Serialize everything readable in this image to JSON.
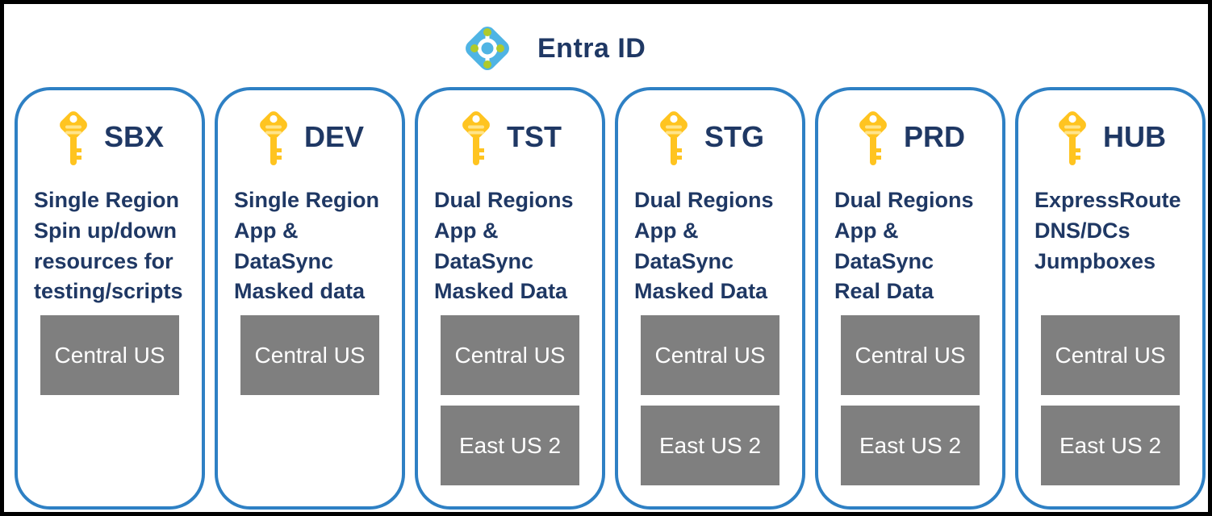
{
  "header": {
    "title": "Entra ID",
    "icon": "entra-id-icon"
  },
  "colors": {
    "outer_border": "#000000",
    "column_border": "#2E80C4",
    "text_navy": "#1F3864",
    "region_box_bg": "#7F7F7F",
    "region_box_text": "#FFFFFF",
    "key_gold": "#FFC420",
    "key_gold_light": "#FFE48A",
    "entra_blue": "#4FB4E4",
    "entra_green": "#AFCA2B"
  },
  "columns": [
    {
      "label": "SBX",
      "description": "Single Region\nSpin up/down\nresources for\ntesting/scripts",
      "regions": [
        "Central US"
      ]
    },
    {
      "label": "DEV",
      "description": "Single Region\nApp & DataSync\nMasked data",
      "regions": [
        "Central US"
      ]
    },
    {
      "label": "TST",
      "description": "Dual Regions\nApp & DataSync\nMasked Data",
      "regions": [
        "Central US",
        "East US 2"
      ]
    },
    {
      "label": "STG",
      "description": "Dual Regions\nApp & DataSync\nMasked Data",
      "regions": [
        "Central US",
        "East US 2"
      ]
    },
    {
      "label": "PRD",
      "description": "Dual Regions\nApp & DataSync\nReal Data",
      "regions": [
        "Central US",
        "East US 2"
      ]
    },
    {
      "label": "HUB",
      "description": "ExpressRoute\nDNS/DCs\nJumpboxes",
      "regions": [
        "Central US",
        "East US 2"
      ]
    }
  ]
}
